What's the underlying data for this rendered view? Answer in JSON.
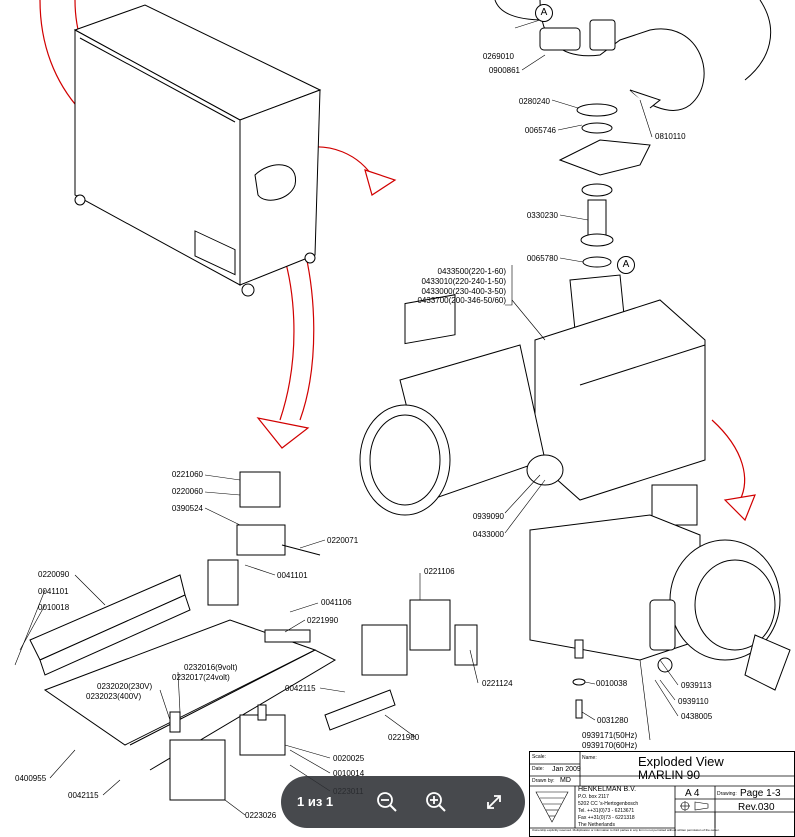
{
  "drawing": {
    "callouts": {
      "top_right": [
        "0269010",
        "0900861",
        "0280240",
        "0065746",
        "0810110",
        "0330230",
        "0065780"
      ],
      "motor_variants": [
        "0433500(220-1-60)",
        "0433010(220-240-1-50)",
        "0433000(230-400-3-50)",
        "0433700(200-346-50/60)"
      ],
      "pump": [
        "0939090",
        "0433000"
      ],
      "relays": [
        "0221060",
        "0220060",
        "0390524",
        "0220071",
        "0041101"
      ],
      "board": [
        "0220090",
        "0041101",
        "0010018",
        "0041106",
        "0221990",
        "0221106",
        "0232016(9volt)",
        "0232017(24volt)",
        "0232020(230V)",
        "0232023(400V)",
        "0042115",
        "0221124",
        "0221980",
        "0400955",
        "0042115",
        "0223026",
        "0020025",
        "0010014",
        "0223011"
      ],
      "pump_side": [
        "0939113",
        "0010038",
        "0939110",
        "0031280",
        "0438005",
        "0939171(50Hz)",
        "0939170(60Hz)"
      ]
    },
    "marker_a": "A"
  },
  "title_block": {
    "scale_label": "Scale:",
    "date_label": "Date:",
    "date_value": "Jan 2009",
    "drawn_label": "Drawn by:",
    "drawn_value": "MD",
    "name_label": "Name:",
    "name_line1": "Exploded View",
    "name_line2": "MARLIN 90",
    "company": "HENKELMAN B.V.",
    "address": [
      "P.O. box 2117",
      "5202 CC 's-Hertogenbosch",
      "Tel. ++31(0)73 - 6213671",
      "Fax ++31(0)73 - 6221318",
      "The Netherlands"
    ],
    "size": "A 4",
    "drawing_label": "Drawing:",
    "page": "Page 1-3",
    "rev": "Rev.030",
    "notice": "Ownership explicitly reserved. Multiplication or information to third parties in any form is not permitted without written permission of the owner."
  },
  "viewer": {
    "page_indicator": "1 из 1",
    "zoom_out_icon": "zoom-out-icon",
    "zoom_in_icon": "zoom-in-icon",
    "fullscreen_icon": "expand-icon"
  }
}
